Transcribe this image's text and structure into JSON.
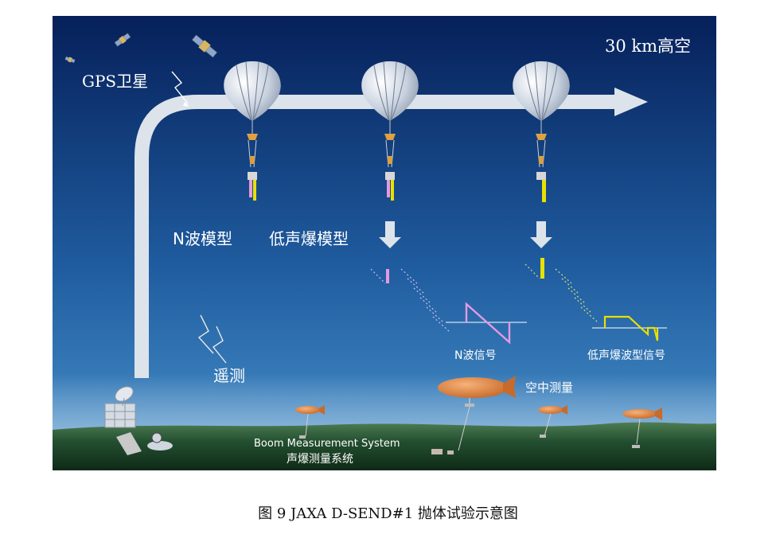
{
  "labels": {
    "altitude": "30 km高空",
    "gps": "GPS卫星",
    "n_wave_model": "N波模型",
    "low_boom_model": "低声爆模型",
    "telemetry": "遥测",
    "n_wave_signal": "N波信号",
    "low_boom_signal": "低声爆波型信号",
    "airborne": "空中测量",
    "boom_en": "Boom Measurement System",
    "boom_cn": "声爆测量系统"
  },
  "caption": "图 9 JAXA D-SEND#1 抛体试验示意图",
  "colors": {
    "sky_top": "#06205a",
    "sky_bottom": "#3f86c4",
    "path_arrow": "#dce3ea",
    "n_wave": "#e49ae0",
    "low_boom": "#e8e000",
    "blimp": "#e38a44",
    "ground": "#1d4a2c"
  }
}
